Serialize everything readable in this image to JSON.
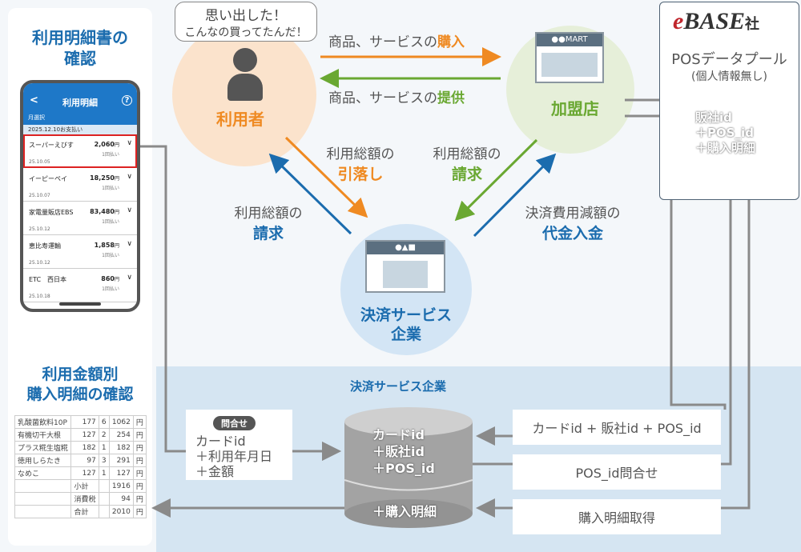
{
  "left": {
    "title": "利用明細書の\n確認",
    "title_lines": [
      "利用明細書の",
      "確認"
    ],
    "title2_lines": [
      "利用金額別",
      "購入明細の確認"
    ]
  },
  "phone": {
    "back": "<",
    "title": "利用明細",
    "help": "?",
    "month_select": "月選択",
    "pay_date": "2025.12.10お支払い",
    "installment": "1回払い",
    "unit": "円",
    "rows": [
      {
        "name": "スーパーえびす",
        "amount": "2,060",
        "date": "25.10.05"
      },
      {
        "name": "イーピーペイ",
        "amount": "18,250",
        "date": "25.10.07"
      },
      {
        "name": "家電量販店EBS",
        "amount": "83,480",
        "date": "25.10.12"
      },
      {
        "name": "恵比寿運輸",
        "amount": "1,858",
        "date": "25.10.12"
      },
      {
        "name": "ETC　西日本",
        "amount": "860",
        "date": "25.10.18"
      }
    ]
  },
  "receipt": {
    "rows": [
      [
        "乳酸菌飲料10P",
        "177",
        "6",
        "1062",
        "円"
      ],
      [
        "有機切干大根",
        "127",
        "2",
        "254",
        "円"
      ],
      [
        "プラス糀生塩糀",
        "182",
        "1",
        "182",
        "円"
      ],
      [
        "徳用しらたき",
        "97",
        "3",
        "291",
        "円"
      ],
      [
        "なめこ",
        "127",
        "1",
        "127",
        "円"
      ],
      [
        "",
        "小計",
        "",
        "1916",
        "円"
      ],
      [
        "",
        "消費税",
        "",
        "94",
        "円"
      ],
      [
        "",
        "合計",
        "",
        "2010",
        "円"
      ]
    ]
  },
  "user": {
    "bubble_line1": "思い出した！",
    "bubble_line2": "こんなの買ってたんだ！",
    "label": "利用者"
  },
  "store": {
    "sign": "●●MART",
    "label": "加盟店"
  },
  "settlement": {
    "sign": "●▲■",
    "label_lines": [
      "決済サービス",
      "企業"
    ]
  },
  "flows": {
    "purchase_pre": "商品、サービスの",
    "purchase_em": "購入",
    "provide_pre": "商品、サービスの",
    "provide_em": "提供",
    "debit_pre": "利用総額の",
    "debit_em": "引落し",
    "store_bill_pre": "利用総額の",
    "store_bill_em": "請求",
    "user_bill_pre": "利用総額の",
    "user_bill_em": "請求",
    "pay_pre": "決済費用減額の",
    "pay_em": "代金入金"
  },
  "ebase": {
    "logo_e": "e",
    "logo_rest": "BASE",
    "logo_sha": "社",
    "pool": "POSデータプール",
    "note": "(個人情報無し)",
    "db_lines": [
      "販社id",
      "＋POS_id",
      "＋購入明細"
    ]
  },
  "bottom": {
    "title": "決済サービス企業",
    "inquiry_badge": "問合せ",
    "inquiry_lines": [
      "カードid",
      "＋利用年月日",
      "＋金額"
    ],
    "db_lines": [
      "カードid",
      "＋販社id",
      "＋POS_id"
    ],
    "db_lower": "＋購入明細",
    "box1": "カードid + 販社id + POS_id",
    "box2": "POS_id問合せ",
    "box3": "購入明細取得"
  },
  "colors": {
    "blue": "#1b6cae",
    "orange": "#ef8a22",
    "green": "#6aa832",
    "gray_arrow": "#8a8a8a"
  }
}
